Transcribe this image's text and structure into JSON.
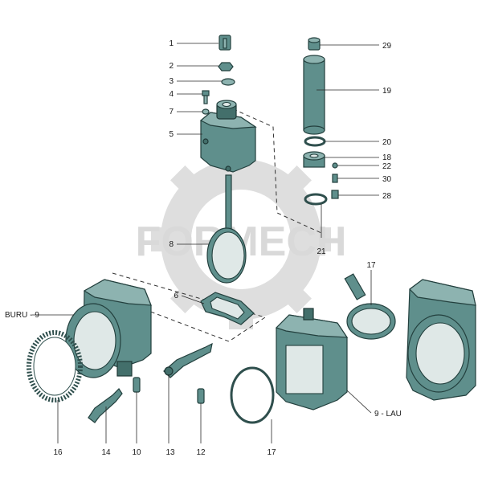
{
  "watermark": {
    "text": "FORMECH"
  },
  "callouts": {
    "c1": "1",
    "c2": "2",
    "c3": "3",
    "c4": "4",
    "c7": "7",
    "c5": "5",
    "c29": "29",
    "c19": "19",
    "c20": "20",
    "c18": "18",
    "c22": "22",
    "c30": "30",
    "c28": "28",
    "c21": "21",
    "c8": "8",
    "c6": "6",
    "c17a": "17",
    "c17b": "17",
    "buru9": "BURU - 9",
    "lau9": "9 - LAU",
    "c16": "16",
    "c14": "14",
    "c10": "10",
    "c13": "13",
    "c12": "12"
  }
}
